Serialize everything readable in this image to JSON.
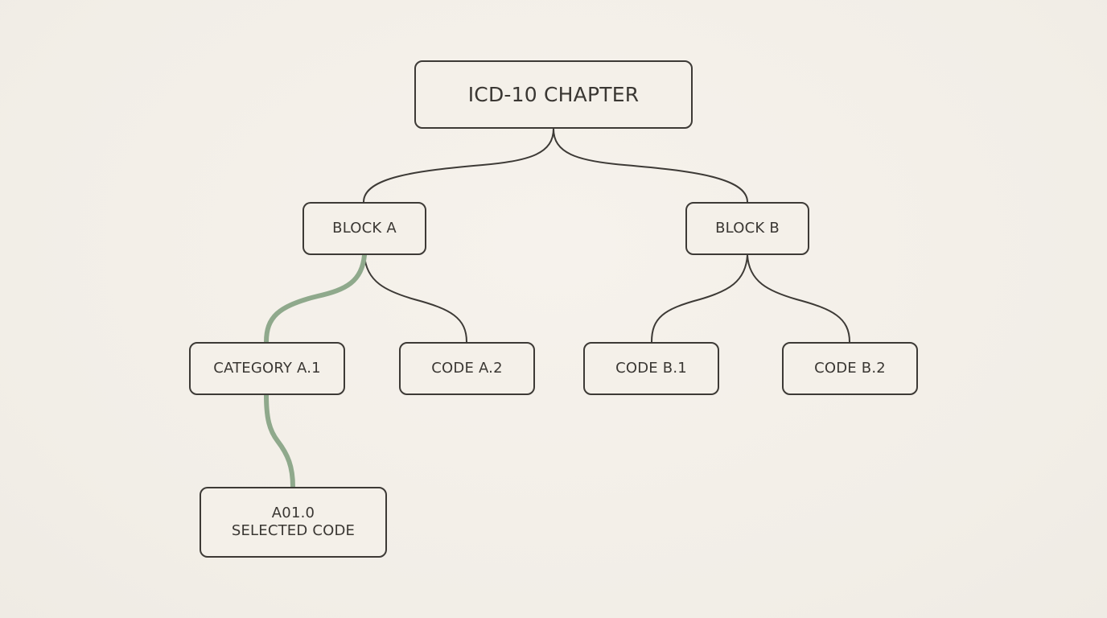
{
  "diagram": {
    "root": {
      "label": "ICD-10 CHAPTER"
    },
    "blocks": [
      {
        "id": "block-a",
        "label": "BLOCK A"
      },
      {
        "id": "block-b",
        "label": "BLOCK B"
      }
    ],
    "children": {
      "block_a": [
        {
          "id": "category-a1",
          "label": "CATEGORY A.1"
        },
        {
          "id": "code-a2",
          "label": "CODE A.2"
        }
      ],
      "block_b": [
        {
          "id": "code-b1",
          "label": "CODE B.1"
        },
        {
          "id": "code-b2",
          "label": "CODE B.2"
        }
      ]
    },
    "selected": {
      "code": "A01.0",
      "caption": "SELECTED CODE"
    },
    "colors": {
      "background": "#f3efe8",
      "stroke": "#3d3a36",
      "highlight_path": "#8fa98c"
    }
  }
}
